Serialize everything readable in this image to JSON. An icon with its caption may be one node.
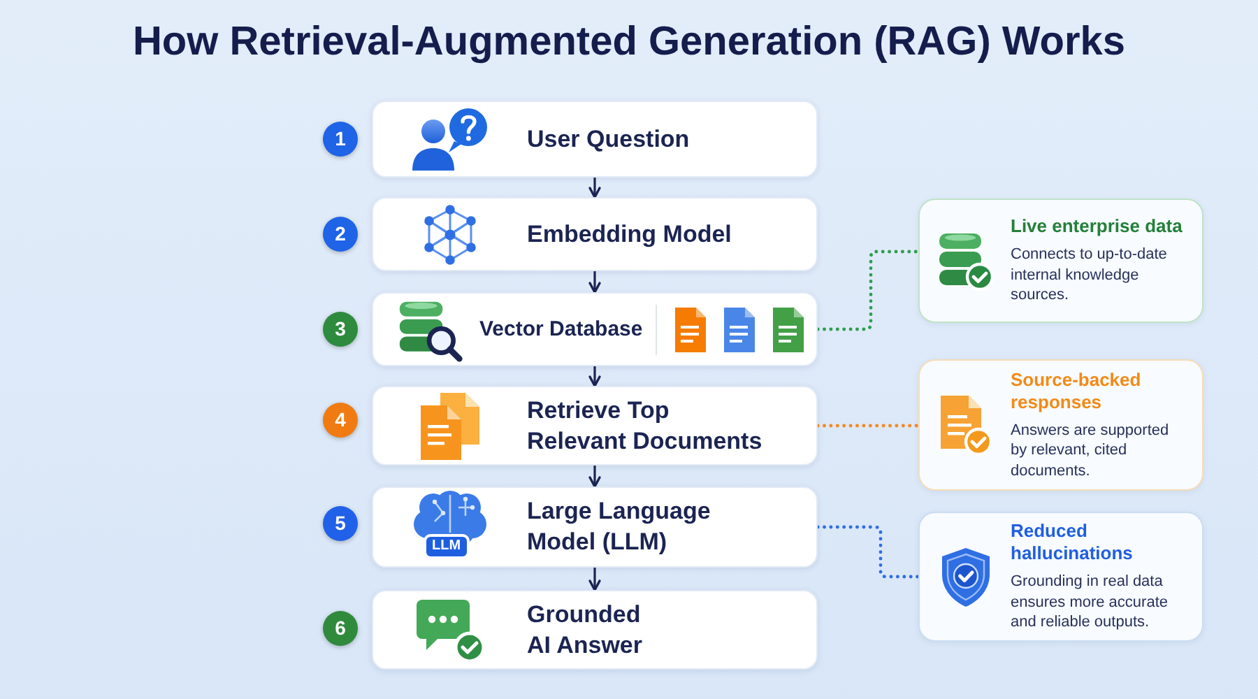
{
  "diagram": {
    "title": "How Retrieval-Augmented Generation (RAG) Works",
    "nodes": [
      {
        "text": [
          "1"
        ]
      },
      {
        "text": [
          "User Question"
        ]
      },
      {
        "text": [
          "2"
        ]
      },
      {
        "text": [
          "Embedding Model"
        ]
      },
      {
        "text": [
          "3"
        ]
      },
      {
        "text": [
          "Vector Database"
        ]
      },
      {
        "text": [
          "Live enterprise data",
          "Connects to up-to-date internal knowledge sources."
        ]
      },
      {
        "text": [
          "4"
        ]
      },
      {
        "text": [
          "Retrieve Top Relevant Documents"
        ]
      },
      {
        "text": [
          "Source-backed responses",
          "Answers are supported by relevant, cited documents."
        ]
      },
      {
        "text": [
          "5"
        ]
      },
      {
        "text": [
          "Large Language Model (LLM)"
        ]
      },
      {
        "text": [
          "Reduced hallucinations",
          "Grounding in real data ensures more accurate and reliable outputs."
        ]
      },
      {
        "text": [
          "6"
        ]
      },
      {
        "text": [
          "Grounded AI Answer"
        ]
      }
    ],
    "edges": [
      {
        "from": 1,
        "to": 3,
        "arrow": "to"
      },
      {
        "from": 3,
        "to": 5,
        "arrow": "to"
      },
      {
        "from": 5,
        "to": 8,
        "arrow": "to"
      },
      {
        "from": 8,
        "to": 11,
        "arrow": "to"
      },
      {
        "from": 11,
        "to": 14,
        "arrow": "to"
      },
      {
        "from": 5,
        "to": 6,
        "arrow": "none",
        "style": "dashed",
        "color": "#2e9e4f"
      },
      {
        "from": 8,
        "to": 9,
        "arrow": "none",
        "style": "dashed",
        "color": "#f5891f"
      },
      {
        "from": 11,
        "to": 12,
        "arrow": "none",
        "style": "dashed",
        "color": "#2f6fe4"
      }
    ],
    "labels": [
      "LLM"
    ]
  }
}
